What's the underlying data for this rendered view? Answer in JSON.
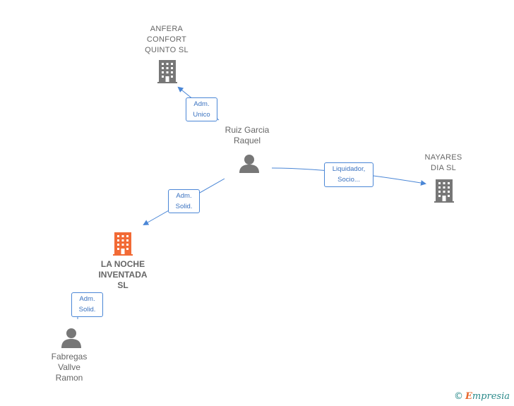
{
  "nodes": {
    "anfera": {
      "label": "ANFERA\nCONFORT\nQUINTO  SL",
      "type": "company",
      "color": "#777777"
    },
    "ruiz": {
      "label": "Ruiz Garcia\nRaquel",
      "type": "person",
      "color": "#777777"
    },
    "nayares": {
      "label": "NAYARES\nDIA SL",
      "type": "company",
      "color": "#777777"
    },
    "lanoche": {
      "label": "LA NOCHE\nINVENTADA\nSL",
      "type": "company",
      "color": "#f26a35"
    },
    "fabregas": {
      "label": "Fabregas\nVallve\nRamon",
      "type": "person",
      "color": "#777777"
    }
  },
  "edges": {
    "ruiz_anfera": {
      "line1": "Adm.",
      "line2": "Unico"
    },
    "ruiz_nayares": {
      "line1": "Liquidador,",
      "line2": "Socio..."
    },
    "ruiz_lanoche": {
      "line1": "Adm.",
      "line2": "Solid."
    },
    "fabregas_lanoche": {
      "line1": "Adm.",
      "line2": "Solid."
    }
  },
  "colors": {
    "edge": "#4a86d6",
    "main_company": "#f26a35",
    "icon": "#777777"
  },
  "brand": {
    "copyright": "©",
    "name_initial": "E",
    "name_rest": "mpresia"
  }
}
